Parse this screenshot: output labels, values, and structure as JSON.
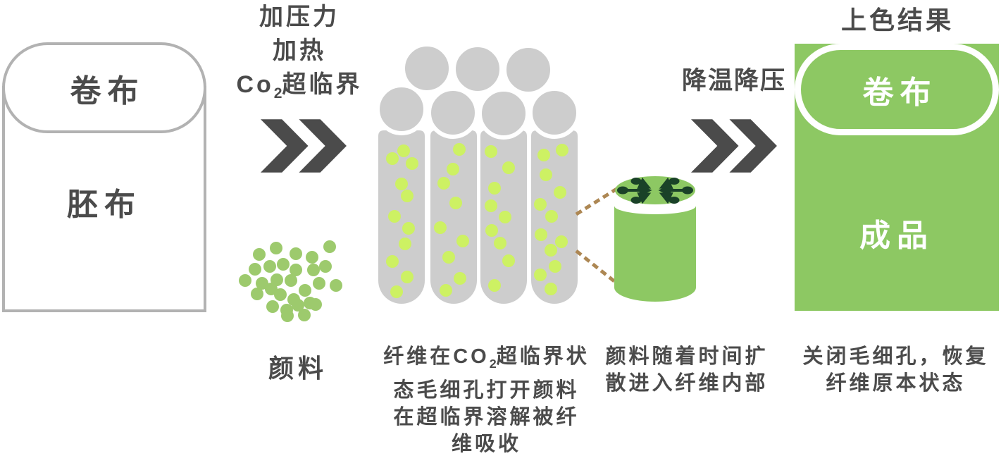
{
  "left_figure": {
    "top_label": "卷布",
    "bottom_label": "胚布"
  },
  "step1": {
    "line1": "加压力",
    "line2": "加热",
    "co2_pre": "Co",
    "co2_sub": "2",
    "co2_post": "超临界"
  },
  "pigment": {
    "label": "颜料"
  },
  "fiber_caption": {
    "line1_pre": "纤维在CO",
    "line1_sub": "2",
    "line1_post": "超临界状",
    "line2": "态毛细孔打开颜料",
    "line3": "在超临界溶解被纤",
    "line4": "维吸收"
  },
  "diffusion_caption": {
    "line1": "颜料随着时间扩",
    "line2": "散进入纤维内部"
  },
  "step2": {
    "label": "降温降压"
  },
  "result": {
    "title": "上色结果",
    "top_label": "卷布",
    "bottom_label": "成品",
    "caption_line1": "关闭毛细孔，恢复",
    "caption_line2": "纤维原本状态"
  },
  "colors": {
    "main_green": "#8dc863",
    "pigment_green": "#9dca6d",
    "dissolved_dot_green": "#cdf163",
    "fiber_grey": "#cdcdcd",
    "dark_green": "#1a4228",
    "text_dark": "#4b4b4b",
    "border_grey": "#b2b2b2",
    "callout_tan": "#ad8753"
  }
}
